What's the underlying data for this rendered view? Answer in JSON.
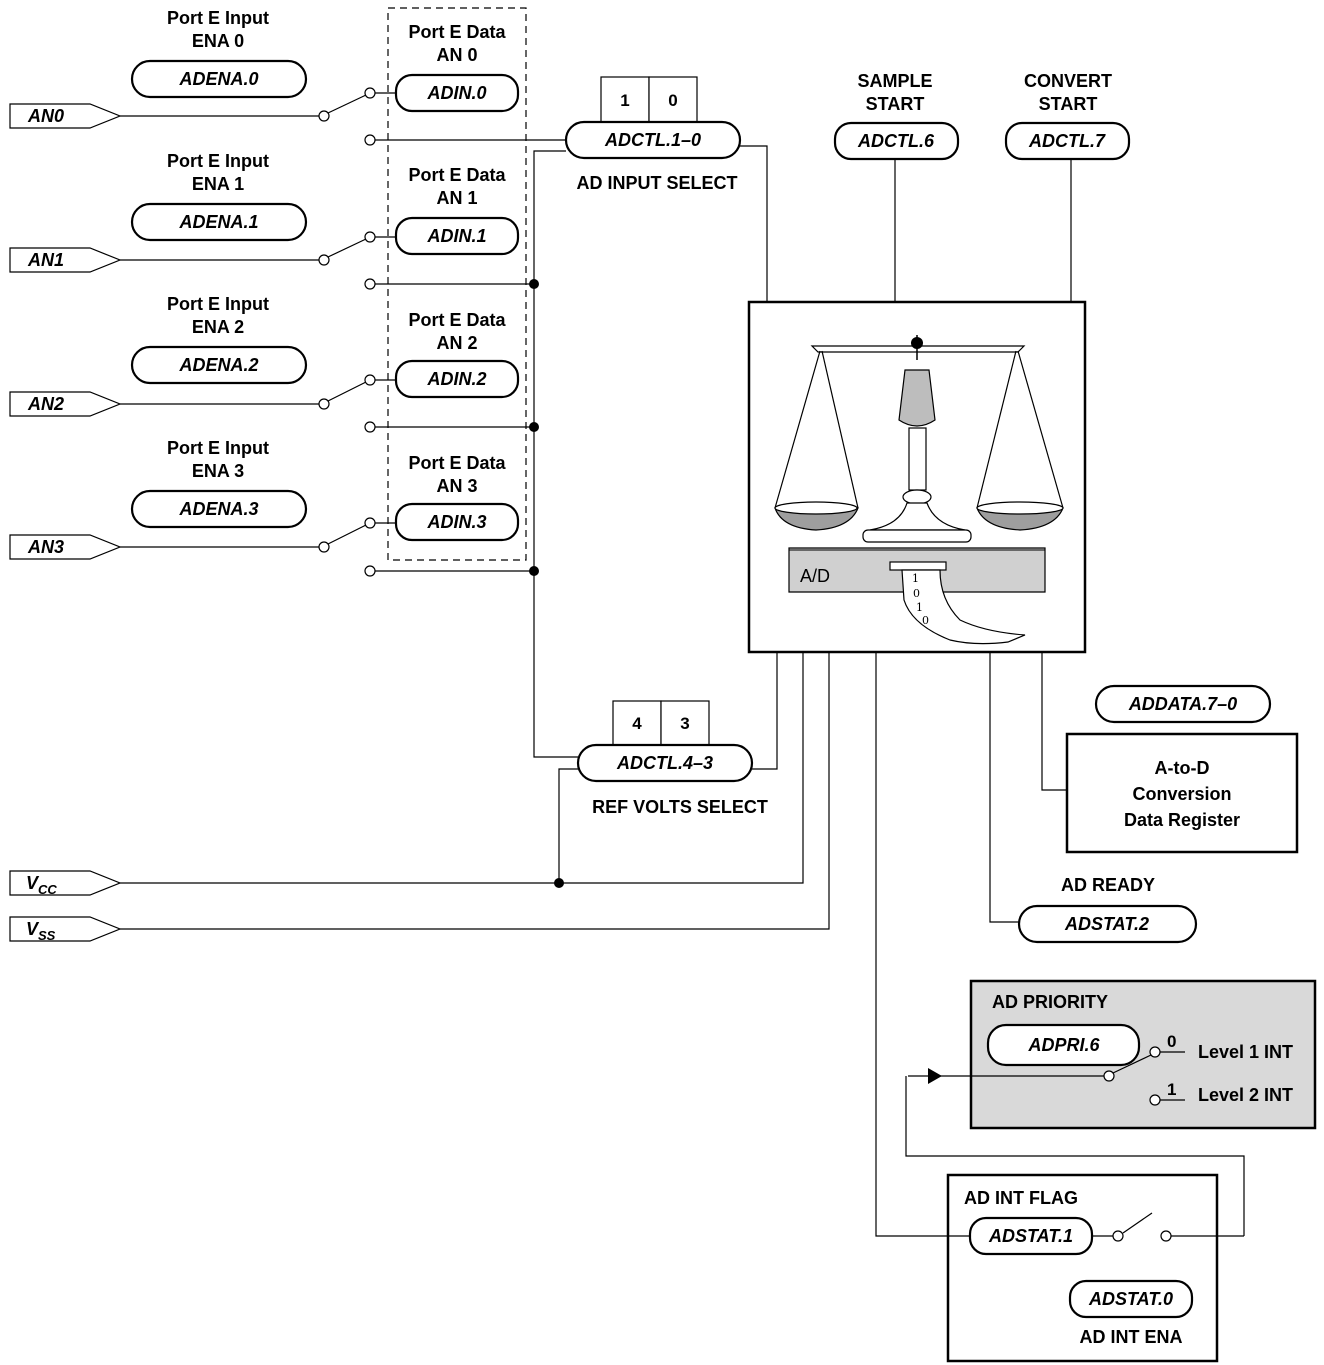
{
  "inputs": [
    {
      "ena_title": "Port E Input",
      "ena_sub": "ENA 0",
      "ena_reg": "ADENA.0",
      "data_title": "Port E Data",
      "data_sub": "AN 0",
      "data_reg": "ADIN.0",
      "pin": "AN0"
    },
    {
      "ena_title": "Port E Input",
      "ena_sub": "ENA 1",
      "ena_reg": "ADENA.1",
      "data_title": "Port E Data",
      "data_sub": "AN 1",
      "data_reg": "ADIN.1",
      "pin": "AN1"
    },
    {
      "ena_title": "Port E Input",
      "ena_sub": "ENA 2",
      "ena_reg": "ADENA.2",
      "data_title": "Port E Data",
      "data_sub": "AN 2",
      "data_reg": "ADIN.2",
      "pin": "AN2"
    },
    {
      "ena_title": "Port E Input",
      "ena_sub": "ENA 3",
      "ena_reg": "ADENA.3",
      "data_title": "Port E Data",
      "data_sub": "AN 3",
      "data_reg": "ADIN.3",
      "pin": "AN3"
    }
  ],
  "input_select": {
    "bits": [
      "1",
      "0"
    ],
    "reg": "ADCTL.1–0",
    "label": "AD INPUT SELECT"
  },
  "sample": {
    "line1": "SAMPLE",
    "line2": "START",
    "reg": "ADCTL.6"
  },
  "convert": {
    "line1": "CONVERT",
    "line2": "START",
    "reg": "ADCTL.7"
  },
  "converter": {
    "label": "A/D",
    "tape_digits": [
      "1",
      "0",
      "1",
      "0"
    ]
  },
  "ref_select": {
    "bits": [
      "4",
      "3"
    ],
    "reg": "ADCTL.4–3",
    "label": "REF VOLTS SELECT"
  },
  "supply": {
    "vcc_main": "V",
    "vcc_sub": "CC",
    "vss_main": "V",
    "vss_sub": "SS"
  },
  "data_register": {
    "reg": "ADDATA.7–0",
    "line1": "A-to-D",
    "line2": "Conversion",
    "line3": "Data Register"
  },
  "ready": {
    "label": "AD READY",
    "reg": "ADSTAT.2"
  },
  "priority": {
    "title": "AD PRIORITY",
    "reg": "ADPRI.6",
    "opt0_bit": "0",
    "opt0_label": "Level 1 INT",
    "opt1_bit": "1",
    "opt1_label": "Level 2 INT"
  },
  "int_flag": {
    "title": "AD INT FLAG",
    "flag_reg": "ADSTAT.1",
    "ena_reg": "ADSTAT.0",
    "ena_label": "AD INT ENA"
  },
  "colors": {
    "line": "#000000",
    "priority_fill": "#d9d9d9",
    "scale_gray": "#bdbdbd",
    "adc_base": "#d0d0d0"
  }
}
